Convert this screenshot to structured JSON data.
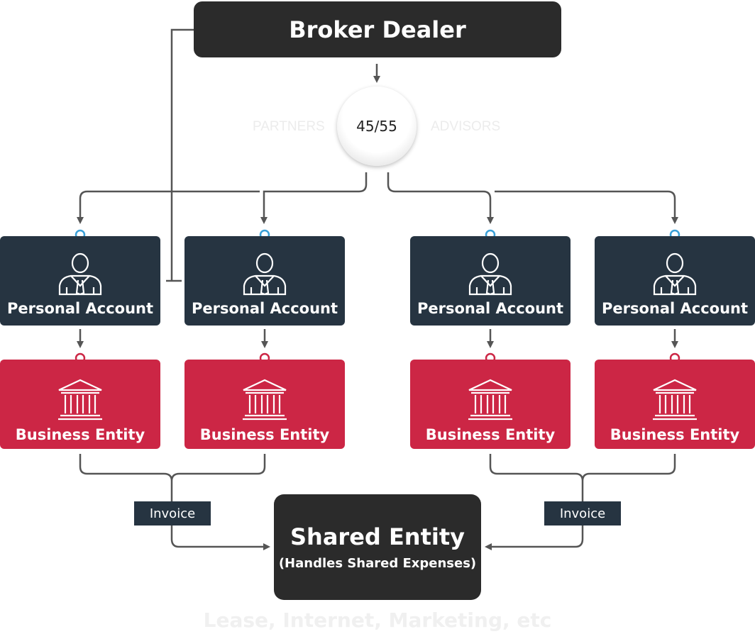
{
  "top": {
    "title": "Broker Dealer"
  },
  "split": {
    "ratio": "45/55",
    "left_label": "PARTNERS",
    "right_label": "ADVISORS"
  },
  "columns": [
    {
      "personal_label": "Personal Account",
      "business_label": "Business Entity"
    },
    {
      "personal_label": "Personal Account",
      "business_label": "Business Entity"
    },
    {
      "personal_label": "Personal Account",
      "business_label": "Business Entity"
    },
    {
      "personal_label": "Personal Account",
      "business_label": "Business Entity"
    }
  ],
  "invoices": [
    "Invoice",
    "Invoice"
  ],
  "shared": {
    "title": "Shared Entity",
    "subtitle": "(Handles Shared Expenses)"
  },
  "footer": {
    "text": "Lease, Internet, Marketing, etc"
  },
  "colors": {
    "dark": "#2b2b2b",
    "navy": "#263441",
    "red": "#cc2645",
    "connector": "#555555",
    "blue_dot": "#3aa0d8"
  }
}
